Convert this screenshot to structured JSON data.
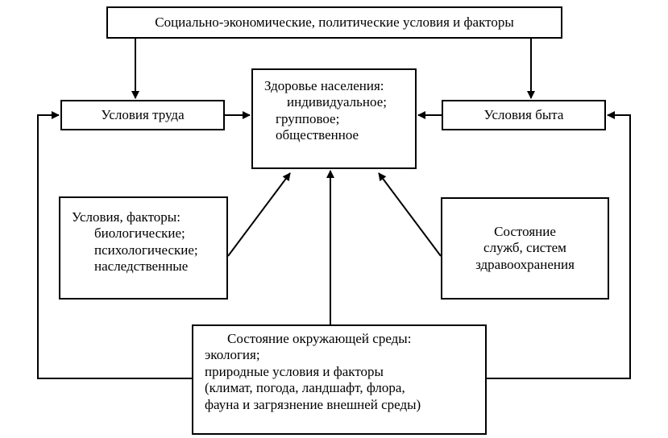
{
  "boxes": {
    "top": "Социально-экономические, политические условия и факторы",
    "work": "Условия труда",
    "home": "Условия быта",
    "health": {
      "title": "Здоровье населения:",
      "items": [
        "индивидуальное;",
        "групповое;",
        "общественное"
      ]
    },
    "bio": {
      "title": "Условия, факторы:",
      "items": [
        "биологические;",
        "психологические;",
        "наследственные"
      ]
    },
    "services": [
      "Состояние",
      "служб, систем",
      "здравоохранения"
    ],
    "env": {
      "title": "Состояние окружающей среды:",
      "items": [
        "экология;",
        "природные условия и факторы",
        "(климат, погода, ландшафт, флора,",
        "фауна и загрязнение внешней среды)"
      ]
    }
  }
}
